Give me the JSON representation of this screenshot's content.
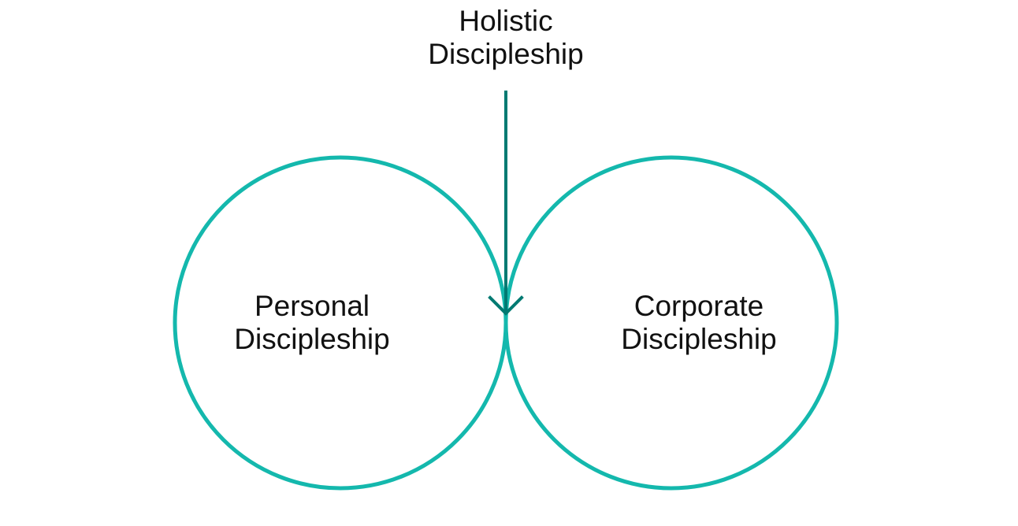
{
  "colors": {
    "circle_stroke": "#14b8ad",
    "overlap_fill": "#00b5ac",
    "arrow": "#007a72",
    "text": "#111111",
    "background": "#ffffff"
  },
  "diagram": {
    "type": "venn",
    "left_set": {
      "line1": "Personal",
      "line2": "Discipleship"
    },
    "right_set": {
      "line1": "Corporate",
      "line2": "Discipleship"
    },
    "intersection": {
      "line1": "Holistic",
      "line2": "Discipleship"
    }
  }
}
